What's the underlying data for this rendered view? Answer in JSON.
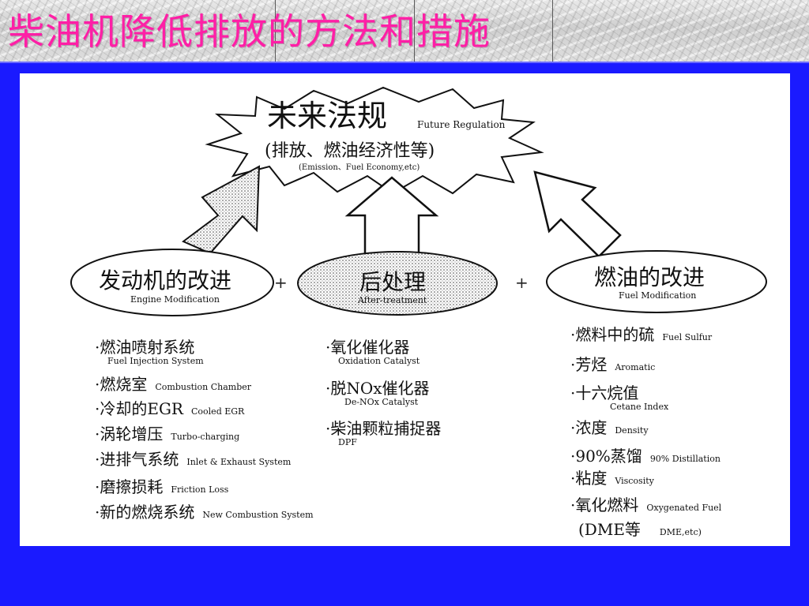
{
  "slide": {
    "title": "柴油机降低排放的方法和措施",
    "accent_color": "#ff1fa6",
    "background_color": "#1a1aff"
  },
  "burst": {
    "title_zh": "未来法规",
    "title_en": "Future Regulation",
    "subtitle_zh": "(排放、燃油经济性等)",
    "subtitle_en": "(Emission、Fuel Economy,etc)"
  },
  "categories": {
    "engine": {
      "zh": "发动机的改进",
      "en": "Engine Modification"
    },
    "after": {
      "zh": "后处理",
      "en": "After-treatment"
    },
    "fuel": {
      "zh": "燃油的改进",
      "en": "Fuel Modification"
    },
    "plus1": "+",
    "plus2": "+"
  },
  "engine_items": [
    {
      "zh": "·燃油喷射系统",
      "en": "Fuel Injection System"
    },
    {
      "zh": "·燃烧室",
      "en": "Combustion Chamber"
    },
    {
      "zh": "·冷却的EGR",
      "en": "Cooled EGR"
    },
    {
      "zh": "·涡轮增压",
      "en": "Turbo-charging"
    },
    {
      "zh": "·进排气系统",
      "en": "Inlet & Exhaust System"
    },
    {
      "zh": "·磨擦损耗",
      "en": "Friction Loss"
    },
    {
      "zh": "·新的燃烧系统",
      "en": "New Combustion System"
    }
  ],
  "after_items": [
    {
      "zh": "·氧化催化器",
      "en": "Oxidation Catalyst"
    },
    {
      "zh": "·脱NOx催化器",
      "en": "De-NOx Catalyst"
    },
    {
      "zh": "·柴油颗粒捕捉器",
      "en": "DPF"
    }
  ],
  "fuel_items": [
    {
      "zh": "·燃料中的硫",
      "en": "Fuel Sulfur"
    },
    {
      "zh": "·芳烃",
      "en": "Aromatic"
    },
    {
      "zh": "·十六烷值",
      "en": "Cetane Index"
    },
    {
      "zh": "·浓度",
      "en": "Density"
    },
    {
      "zh": "·90%蒸馏",
      "en": "90% Distillation"
    },
    {
      "zh": "·粘度",
      "en": "Viscosity"
    },
    {
      "zh": "·氧化燃料",
      "en": "Oxygenated Fuel"
    },
    {
      "zh": "(DME等",
      "en": "DME,etc)"
    }
  ]
}
